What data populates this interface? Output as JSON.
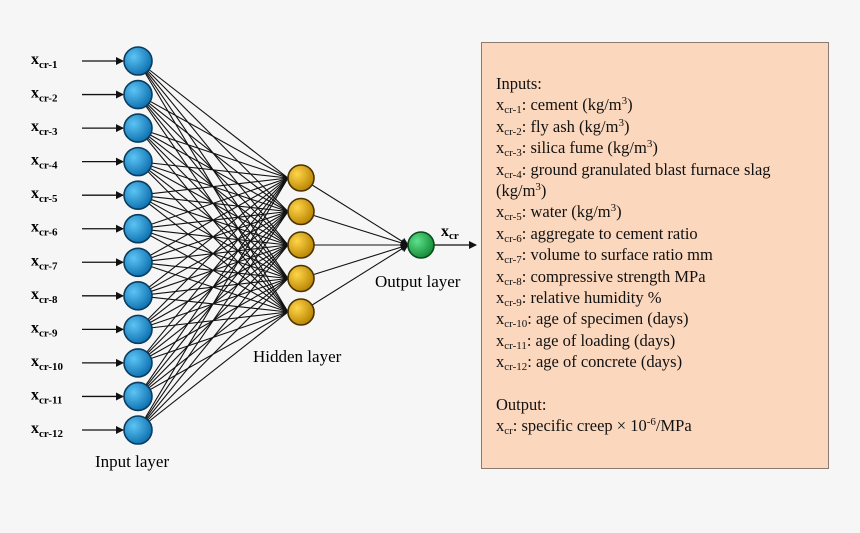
{
  "network": {
    "input_nodes": [
      {
        "var": "x",
        "sub": "cr-1"
      },
      {
        "var": "x",
        "sub": "cr-2"
      },
      {
        "var": "x",
        "sub": "cr-3"
      },
      {
        "var": "x",
        "sub": "cr-4"
      },
      {
        "var": "x",
        "sub": "cr-5"
      },
      {
        "var": "x",
        "sub": "cr-6"
      },
      {
        "var": "x",
        "sub": "cr-7"
      },
      {
        "var": "x",
        "sub": "cr-8"
      },
      {
        "var": "x",
        "sub": "cr-9"
      },
      {
        "var": "x",
        "sub": "cr-10"
      },
      {
        "var": "x",
        "sub": "cr-11"
      },
      {
        "var": "x",
        "sub": "cr-12"
      }
    ],
    "hidden_node_count": 5,
    "output_node": {
      "var": "x",
      "sub": "cr"
    },
    "labels": {
      "input_layer": "Input layer",
      "hidden_layer": "Hidden layer",
      "output_layer": "Output layer"
    },
    "colors": {
      "input_node": "#1a8fd0",
      "hidden_node": "#e0a80c",
      "output_node": "#22a84a",
      "edge": "#111111"
    }
  },
  "legend": {
    "inputs_heading": "Inputs:",
    "inputs": [
      {
        "var": "x",
        "sub": "cr-1",
        "text": ": cement (kg/m",
        "sup": "3",
        "after": ")"
      },
      {
        "var": "x",
        "sub": "cr-2",
        "text": ": fly ash (kg/m",
        "sup": "3",
        "after": ")"
      },
      {
        "var": "x",
        "sub": "cr-3",
        "text": ": silica fume (kg/m",
        "sup": "3",
        "after": ")"
      },
      {
        "var": "x",
        "sub": "cr-4",
        "text": ": ground granulated blast furnace slag",
        "sup": "",
        "after": ""
      },
      {
        "var": "",
        "sub": "",
        "text": "(kg/m",
        "sup": "3",
        "after": ")"
      },
      {
        "var": "x",
        "sub": "cr-5",
        "text": ": water (kg/m",
        "sup": "3",
        "after": ")"
      },
      {
        "var": "x",
        "sub": "cr-6",
        "text": ": aggregate to cement ratio",
        "sup": "",
        "after": ""
      },
      {
        "var": "x",
        "sub": "cr-7",
        "text": ": volume to surface ratio mm",
        "sup": "",
        "after": ""
      },
      {
        "var": "x",
        "sub": "cr-8",
        "text": ": compressive strength MPa",
        "sup": "",
        "after": ""
      },
      {
        "var": "x",
        "sub": "cr-9",
        "text": ": relative humidity %",
        "sup": "",
        "after": ""
      },
      {
        "var": "x",
        "sub": "cr-10",
        "text": ": age of specimen (days)",
        "sup": "",
        "after": ""
      },
      {
        "var": "x",
        "sub": "cr-11",
        "text": ": age of loading (days)",
        "sup": "",
        "after": ""
      },
      {
        "var": "x",
        "sub": "cr-12",
        "text": ": age of concrete (days)",
        "sup": "",
        "after": ""
      }
    ],
    "output_heading": "Output:",
    "output": {
      "var": "x",
      "sub": "cr",
      "text": ": specific creep × 10",
      "sup": "-6",
      "after": "/MPa"
    }
  }
}
